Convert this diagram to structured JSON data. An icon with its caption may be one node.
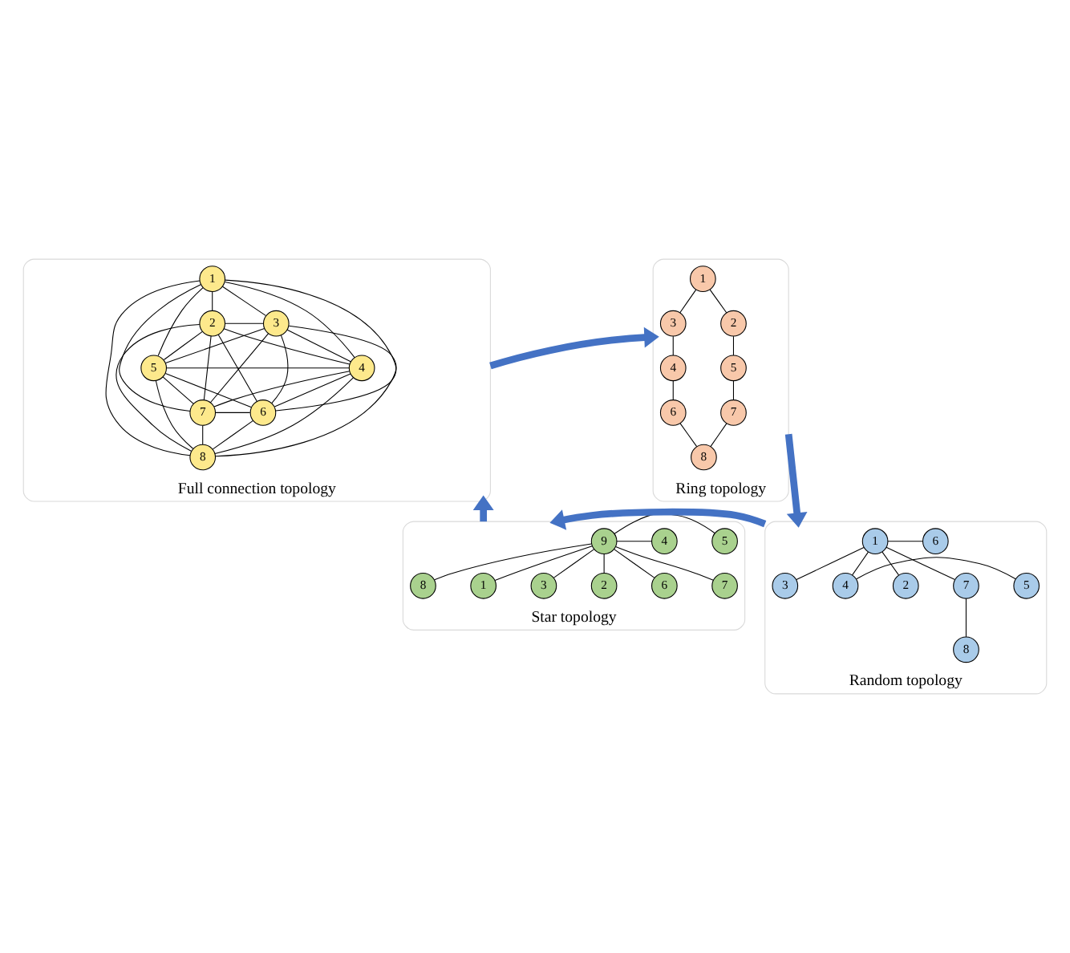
{
  "diagram": {
    "nodes": [
      {
        "text": [
          "Full connection topology"
        ]
      },
      {
        "text": [
          "1"
        ],
        "in": 0
      },
      {
        "text": [
          "2"
        ],
        "in": 0
      },
      {
        "text": [
          "3"
        ],
        "in": 0
      },
      {
        "text": [
          "4"
        ],
        "in": 0
      },
      {
        "text": [
          "5"
        ],
        "in": 0
      },
      {
        "text": [
          "6"
        ],
        "in": 0
      },
      {
        "text": [
          "7"
        ],
        "in": 0
      },
      {
        "text": [
          "8"
        ],
        "in": 0
      },
      {
        "text": [
          "Ring topology"
        ]
      },
      {
        "text": [
          "1"
        ],
        "in": 9
      },
      {
        "text": [
          "2"
        ],
        "in": 9
      },
      {
        "text": [
          "3"
        ],
        "in": 9
      },
      {
        "text": [
          "4"
        ],
        "in": 9
      },
      {
        "text": [
          "5"
        ],
        "in": 9
      },
      {
        "text": [
          "6"
        ],
        "in": 9
      },
      {
        "text": [
          "7"
        ],
        "in": 9
      },
      {
        "text": [
          "8"
        ],
        "in": 9
      },
      {
        "text": [
          "Random topology"
        ]
      },
      {
        "text": [
          "2"
        ],
        "in": 18
      },
      {
        "text": [
          "3"
        ],
        "in": 18
      },
      {
        "text": [
          "4"
        ],
        "in": 18
      },
      {
        "text": [
          "5"
        ],
        "in": 18
      },
      {
        "text": [
          "1"
        ],
        "in": 18
      },
      {
        "text": [
          "6"
        ],
        "in": 18
      },
      {
        "text": [
          "7"
        ],
        "in": 18
      },
      {
        "text": [
          "8"
        ],
        "in": 18
      },
      {
        "text": [
          "Star topology"
        ]
      },
      {
        "text": [
          "1"
        ],
        "in": 27
      },
      {
        "text": [
          "3"
        ],
        "in": 27
      },
      {
        "text": [
          "2"
        ],
        "in": 27
      },
      {
        "text": [
          "4"
        ],
        "in": 27
      },
      {
        "text": [
          "9"
        ],
        "in": 27
      },
      {
        "text": [
          "5"
        ],
        "in": 27
      },
      {
        "text": [
          "6"
        ],
        "in": 27
      },
      {
        "text": [
          "7"
        ],
        "in": 27
      },
      {
        "text": [
          "8"
        ],
        "in": 27
      }
    ],
    "edges": [
      {
        "from": 1,
        "to": 2,
        "arrow": "none"
      },
      {
        "from": 1,
        "to": 3,
        "arrow": "none"
      },
      {
        "from": 1,
        "to": 4,
        "arrow": "none"
      },
      {
        "from": 1,
        "to": 5,
        "arrow": "none"
      },
      {
        "from": 1,
        "to": 6,
        "arrow": "none"
      },
      {
        "from": 1,
        "to": 7,
        "arrow": "none"
      },
      {
        "from": 1,
        "to": 8,
        "arrow": "none"
      },
      {
        "from": 2,
        "to": 3,
        "arrow": "none"
      },
      {
        "from": 2,
        "to": 4,
        "arrow": "none"
      },
      {
        "from": 2,
        "to": 5,
        "arrow": "none"
      },
      {
        "from": 2,
        "to": 6,
        "arrow": "none"
      },
      {
        "from": 2,
        "to": 7,
        "arrow": "none"
      },
      {
        "from": 2,
        "to": 8,
        "arrow": "none"
      },
      {
        "from": 3,
        "to": 4,
        "arrow": "none"
      },
      {
        "from": 3,
        "to": 5,
        "arrow": "none"
      },
      {
        "from": 3,
        "to": 6,
        "arrow": "none"
      },
      {
        "from": 3,
        "to": 7,
        "arrow": "none"
      },
      {
        "from": 3,
        "to": 8,
        "arrow": "none"
      },
      {
        "from": 4,
        "to": 5,
        "arrow": "none"
      },
      {
        "from": 4,
        "to": 6,
        "arrow": "none"
      },
      {
        "from": 4,
        "to": 7,
        "arrow": "none"
      },
      {
        "from": 4,
        "to": 8,
        "arrow": "none"
      },
      {
        "from": 5,
        "to": 6,
        "arrow": "none"
      },
      {
        "from": 5,
        "to": 7,
        "arrow": "none"
      },
      {
        "from": 5,
        "to": 8,
        "arrow": "none"
      },
      {
        "from": 6,
        "to": 7,
        "arrow": "none"
      },
      {
        "from": 6,
        "to": 8,
        "arrow": "none"
      },
      {
        "from": 7,
        "to": 8,
        "arrow": "none"
      },
      {
        "from": 10,
        "to": 11,
        "arrow": "none"
      },
      {
        "from": 11,
        "to": 14,
        "arrow": "none"
      },
      {
        "from": 14,
        "to": 16,
        "arrow": "none"
      },
      {
        "from": 16,
        "to": 17,
        "arrow": "none"
      },
      {
        "from": 17,
        "to": 15,
        "arrow": "none"
      },
      {
        "from": 15,
        "to": 13,
        "arrow": "none"
      },
      {
        "from": 13,
        "to": 12,
        "arrow": "none"
      },
      {
        "from": 12,
        "to": 10,
        "arrow": "none"
      },
      {
        "from": 23,
        "to": 19,
        "arrow": "none"
      },
      {
        "from": 23,
        "to": 20,
        "arrow": "none"
      },
      {
        "from": 23,
        "to": 21,
        "arrow": "none"
      },
      {
        "from": 21,
        "to": 22,
        "arrow": "none"
      },
      {
        "from": 23,
        "to": 24,
        "arrow": "none"
      },
      {
        "from": 23,
        "to": 25,
        "arrow": "none"
      },
      {
        "from": 25,
        "to": 26,
        "arrow": "none"
      },
      {
        "from": 32,
        "to": 28,
        "arrow": "none"
      },
      {
        "from": 32,
        "to": 29,
        "arrow": "none"
      },
      {
        "from": 32,
        "to": 30,
        "arrow": "none"
      },
      {
        "from": 32,
        "to": 31,
        "arrow": "none"
      },
      {
        "from": 32,
        "to": 33,
        "arrow": "none"
      },
      {
        "from": 32,
        "to": 34,
        "arrow": "none"
      },
      {
        "from": 32,
        "to": 35,
        "arrow": "none"
      },
      {
        "from": 32,
        "to": 36,
        "arrow": "none"
      },
      {
        "from": 0,
        "to": 9,
        "arrow": "to",
        "style": "thick",
        "color": "#4472c4"
      },
      {
        "from": 9,
        "to": 18,
        "arrow": "to",
        "style": "thick",
        "color": "#4472c4"
      },
      {
        "from": 18,
        "to": 27,
        "arrow": "to",
        "style": "thick",
        "color": "#4472c4"
      },
      {
        "from": 27,
        "to": 0,
        "arrow": "to",
        "style": "thick",
        "color": "#4472c4"
      }
    ]
  }
}
